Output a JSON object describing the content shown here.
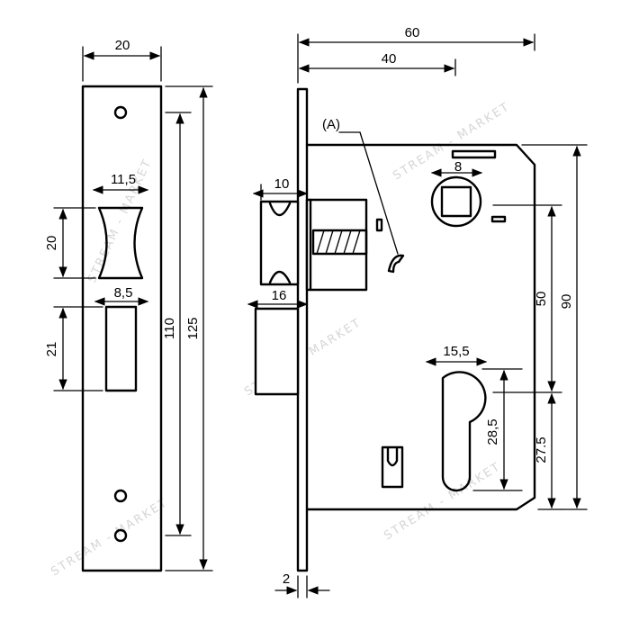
{
  "watermark": "STREAM - MARKET",
  "strike_plate": {
    "width": "20",
    "window_width": "11,5",
    "window_height": "20",
    "slot_width": "8,5",
    "slot_height": "21",
    "inner_height": "110",
    "total_height": "125"
  },
  "lock_body": {
    "total_depth": "60",
    "backset": "40",
    "detail_label": "(A)",
    "spindle": "8",
    "latch_projection": "10",
    "bolt_projection": "16",
    "cylinder_width": "15,5",
    "cylinder_height": "28,5",
    "center_distance": "50",
    "cylinder_to_bottom": "27.5",
    "body_height": "90",
    "faceplate_thickness": "2"
  }
}
